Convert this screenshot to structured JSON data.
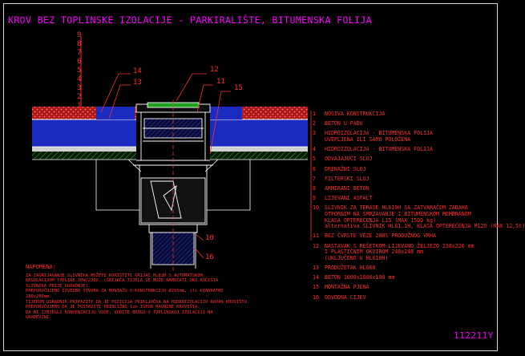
{
  "title": "KROV BEZ TOPLINSKE IZOLACIJE - PARKIRALIŠTE, BITUMENSKA FOLIJA",
  "drawing_code": "112211Y",
  "layer_scale": [
    "9",
    "8",
    "7",
    "6",
    "5",
    "4",
    "3",
    "2",
    "1"
  ],
  "callouts": [
    "12",
    "11",
    "15",
    "14",
    "13",
    "10",
    "16"
  ],
  "legend": [
    {
      "n": "1",
      "text": "NOSIVA KONSTRUKCIJA"
    },
    {
      "n": "2",
      "text": "BETON U PADU"
    },
    {
      "n": "3",
      "text": "HIDROIZOLACIJA - BITUMENSKA FOLIJA\nUVEPLJENA ILI SAMO POLOŽENA"
    },
    {
      "n": "4",
      "text": "HIDROIZOLACIJA - BITUMENSKA FOLIJA"
    },
    {
      "n": "5",
      "text": "ODVAJAJUĆI SLOJ"
    },
    {
      "n": "6",
      "text": "DRENAŽNI SLOJ"
    },
    {
      "n": "7",
      "text": "FILTERSKI SLOJ"
    },
    {
      "n": "8",
      "text": "ARMIRANI BETON"
    },
    {
      "n": "9",
      "text": "LIJEVANI ASFALT"
    },
    {
      "n": "10",
      "text": "SLIVNIK ZA TERASE HL610H SA ZATVARAČEM ZADAHA\nOTPORNIM NA SMRZAVANJE I BITUMENSKOM MEMBRANOM\nKLASA OPTEREĆENJA L15 (MAX 1500 kg)\nalternativa SLIVNIK HL61.1H, KLASA OPTEREĆENJA M125 (MAX 12,5t)"
    },
    {
      "n": "11",
      "text": "BEZ ČVRSTE VEZE 280S PRODUŽNOG VRHA"
    },
    {
      "n": "12",
      "text": "NASTAVAK S REŠETKOM-LIJEVANO ŽELJEZO 238x226 mm\nI PLASTIČNIM OKVIROM 248x248 mm\n(UKLJUČENO U HL610H)"
    },
    {
      "n": "13",
      "text": "PRODUŽETAK HL660"
    },
    {
      "n": "14",
      "text": "BETON 1000x1000x100 mm"
    },
    {
      "n": "15",
      "text": "MONTAŽNA PJENA"
    },
    {
      "n": "16",
      "text": "ODVODNA CIJEV"
    }
  ],
  "notes": {
    "heading": "NAPOMENA:",
    "lines": [
      "ZA ZAGRIJAVANJE SLIVNIKA MOŽETE KORISTITI GRIJAČ HL83H S AUTOMATSKOM",
      "REGULACIJOM TOPLINE 30W/230V. (GRIJAČA TIJELA SE MOŽE NAMOTATI OKO KUĆIŠTA",
      "SLIVNIKA PRIJE UGRADNJE).",
      "PREPORUČUJEMO IZVEDBU OTVORA ZA MONTAŽU U KONSTRUKCIJU Ø295mm, ili KVADRATNI",
      "280x280mm.",
      "TIJEKOM UGRADNJE PRIPAZITE DA JE POZICIJA PRIKLJUČKA NA HIDROIZOLACIJU RAVAN KROVIŠTU.",
      "PREPORUČUJEMO DA JE POSTAVITE PRIBLIŽNO 1cm ISPOD RAVNINE KROVIŠTA.",
      "DA BI IZBJEGLI KONDENZACIJU VODE, VODITE BRIGU O TOPLINSKOJ IZOLACIJI NA",
      "GRAĐEVINI."
    ]
  },
  "colors": {
    "title": "#ff00ff",
    "text": "#ff3030",
    "blue": "#1c2bbf",
    "hatch": "#2a9a2a",
    "brick": "#cc2020",
    "white": "#ffffff"
  }
}
